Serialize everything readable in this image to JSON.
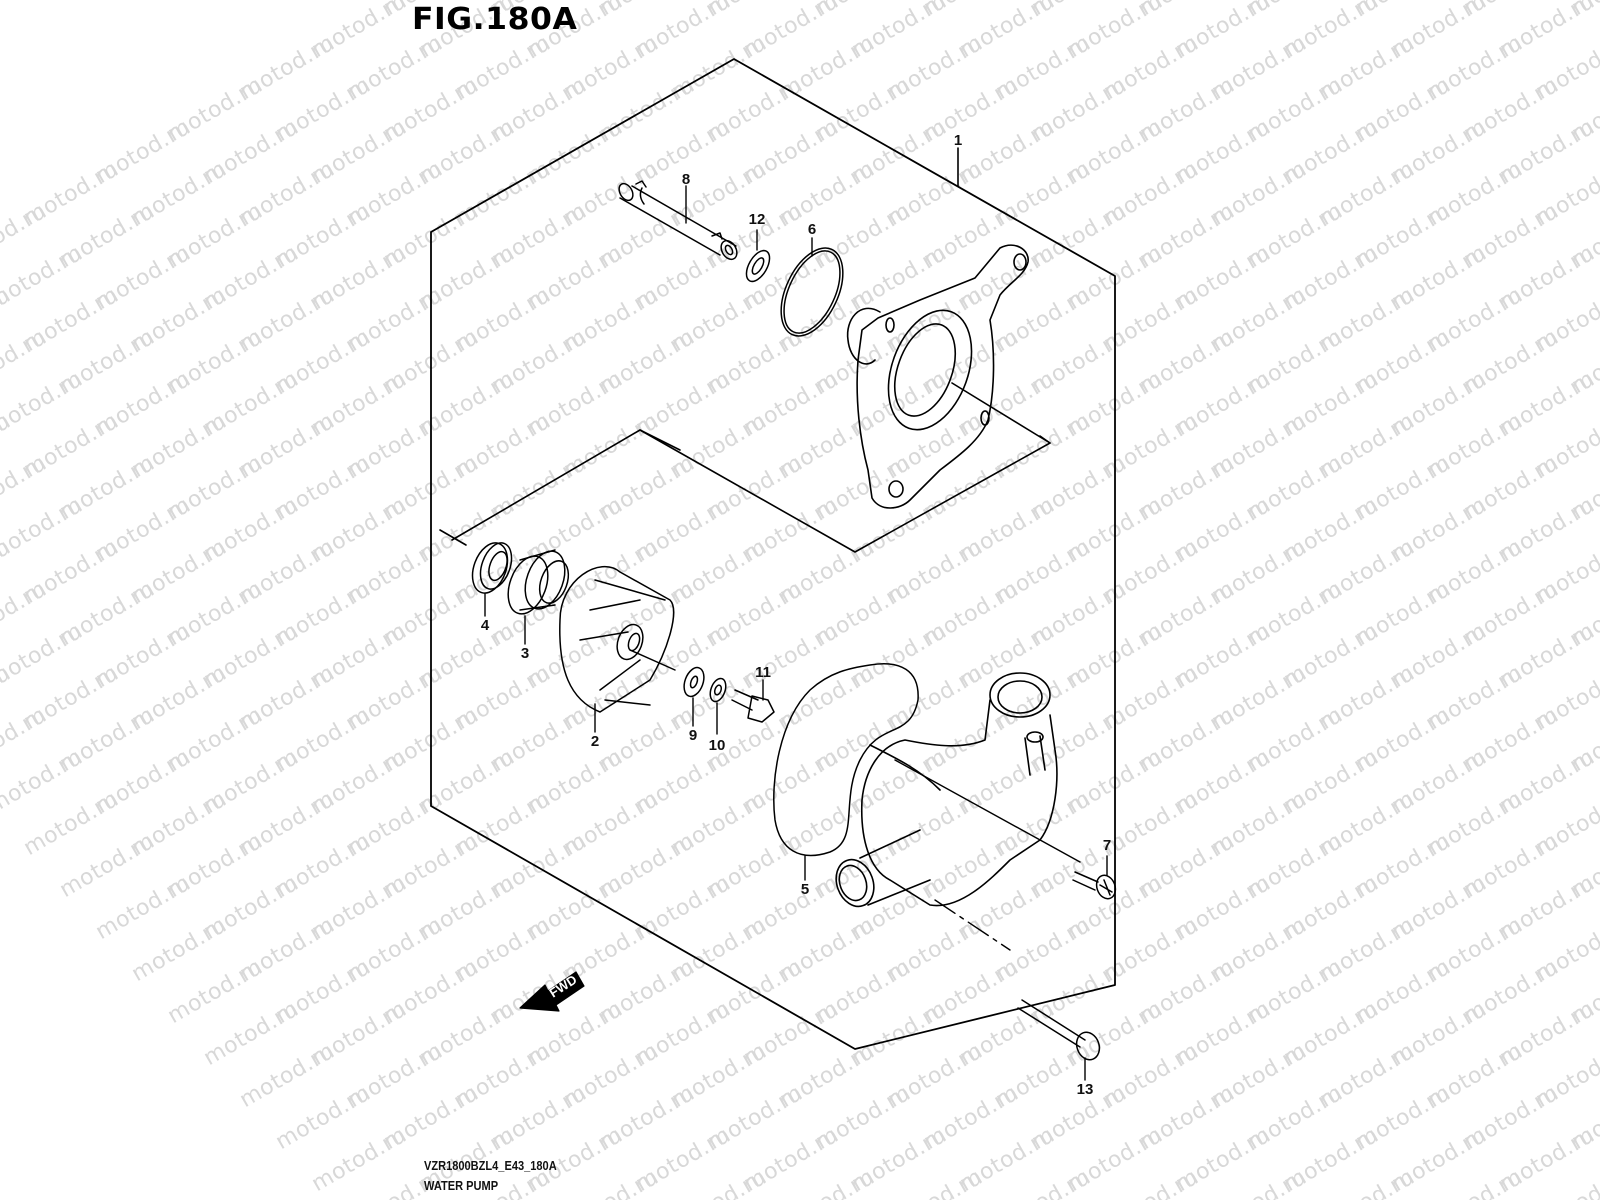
{
  "figure": {
    "title": "FIG.180A",
    "model_code": "VZR1800BZL4_E43_180A",
    "assembly_name": "WATER PUMP",
    "watermark_text": "motod.ru",
    "fwd_label": "FWD"
  },
  "colors": {
    "line": "#000000",
    "watermark": "#d8d8d8",
    "background": "#ffffff"
  },
  "callouts": [
    {
      "number": "1",
      "part": "pump-assembly"
    },
    {
      "number": "2",
      "part": "impeller"
    },
    {
      "number": "3",
      "part": "mechanical-seal"
    },
    {
      "number": "4",
      "part": "oil-seal"
    },
    {
      "number": "5",
      "part": "o-ring-gasket"
    },
    {
      "number": "6",
      "part": "o-ring"
    },
    {
      "number": "7",
      "part": "screw"
    },
    {
      "number": "8",
      "part": "shaft"
    },
    {
      "number": "9",
      "part": "washer"
    },
    {
      "number": "10",
      "part": "washer"
    },
    {
      "number": "11",
      "part": "bolt"
    },
    {
      "number": "12",
      "part": "washer"
    },
    {
      "number": "13",
      "part": "bolt"
    }
  ]
}
